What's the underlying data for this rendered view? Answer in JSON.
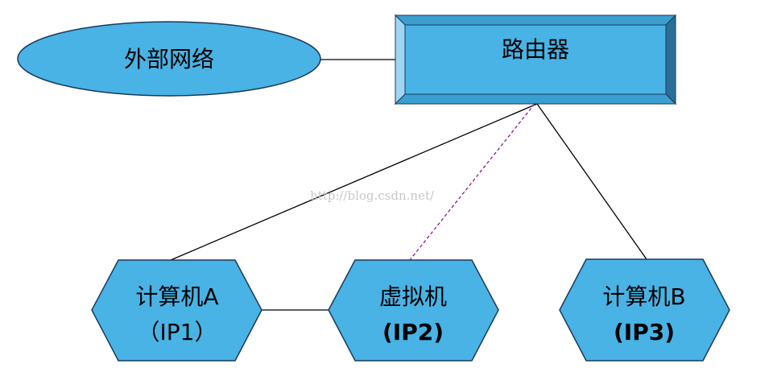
{
  "nodes": {
    "external_network": {
      "label": "外部网络"
    },
    "router": {
      "label": "路由器"
    },
    "computer_a": {
      "line1": "计算机A",
      "line2": "（IP1）"
    },
    "virtual_machine": {
      "line1": "虚拟机",
      "line2": "(IP2)"
    },
    "computer_b": {
      "line1": "计算机B",
      "line2": "(IP3)"
    }
  },
  "watermark": "http://blog.csdn.net/",
  "colors": {
    "fill": "#48b3e4",
    "stroke": "#1a3a5c",
    "bevel_light": "#9fd6f2",
    "bevel_mid": "#3a9fd0",
    "bevel_dark": "#2a6f95",
    "dashed_link": "#8b1a8b"
  },
  "links": [
    {
      "from": "external_network",
      "to": "router",
      "style": "solid"
    },
    {
      "from": "router",
      "to": "computer_a",
      "style": "solid"
    },
    {
      "from": "router",
      "to": "virtual_machine",
      "style": "dashed"
    },
    {
      "from": "router",
      "to": "computer_b",
      "style": "solid"
    },
    {
      "from": "computer_a",
      "to": "virtual_machine",
      "style": "solid"
    }
  ]
}
